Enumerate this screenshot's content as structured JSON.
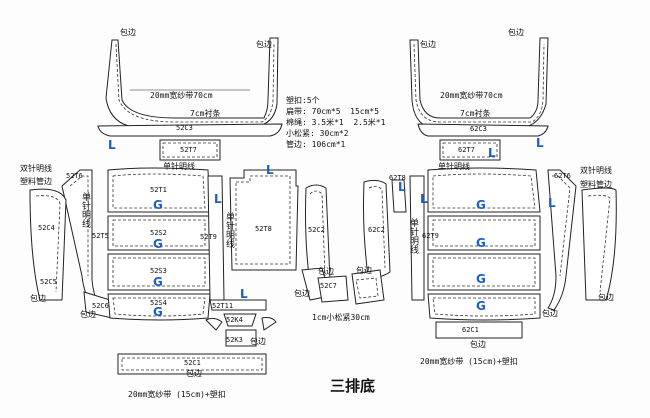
{
  "title": "三排底",
  "notes": [
    "塑扣:5个",
    "扁带: 70cm*5  15cm*5",
    "棉绳: 3.5米*1  2.5米*1",
    "小松紧: 30cm*2",
    "管边: 106cm*1"
  ],
  "colors": {
    "blue": "#1a5fcc",
    "line": "#222222"
  },
  "labels": {
    "b_tl1": "包边",
    "b_tl2": "包边",
    "b_tr1": "包边",
    "b_tr2": "包边",
    "band_left": "20mm宽纱带70cm",
    "band_right": "20mm宽纱带70cm",
    "strip_left": "7cm衬条",
    "strip_right": "7cm衬条",
    "p52c3": "52C3",
    "p62c3": "62C3",
    "p52t7": "52T7",
    "p62t7": "62T7",
    "single_l": "单针明线",
    "single_r": "单针明线",
    "double_l": "双针明线",
    "plastic_l": "塑料管边",
    "double_r": "双针明线",
    "plastic_r": "塑料管边",
    "p52t6": "52T6",
    "p62t6": "62T6",
    "p62t8": "62T8",
    "p52t1": "52T1",
    "p52s2": "52S2",
    "p52s3": "52S3",
    "p52s4": "52S4",
    "p52c4": "52C4",
    "p52c5": "52C5",
    "p52c6": "52C6",
    "p52t5": "52T5",
    "p52t9": "52T9",
    "p52t8": "52T8",
    "p52c2": "52C2",
    "p62c2": "62C2",
    "p62t9": "62T9",
    "p52t11": "52T11",
    "p52k4": "52K4",
    "p52k3": "52K3",
    "p52c7": "52C7",
    "p62c1": "62C1",
    "p52c1": "52C1",
    "elastic": "1cm小松紧30cm",
    "vert_l1": "单针明线",
    "vert_l2": "单针明线",
    "vert_r1": "单针明线",
    "b1": "包边",
    "b2": "包边",
    "b3": "包边",
    "b4": "包边",
    "b5": "包边",
    "b6": "包边",
    "b7": "包边",
    "b8": "包边",
    "b9": "包边",
    "b10": "包边",
    "band_bottom_left": "20mm宽纱带 (15cm)+塑扣",
    "band_bottom_right": "20mm宽纱带 (15cm)+塑扣",
    "L": "L",
    "G": "G"
  }
}
